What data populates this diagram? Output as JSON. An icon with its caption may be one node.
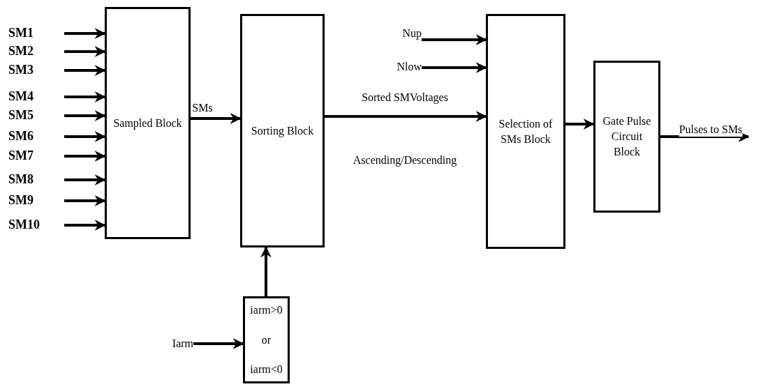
{
  "diagram": {
    "nodes": [
      {
        "text": [
          "Sampled Block"
        ]
      },
      {
        "text": [
          "Sorting Block"
        ]
      },
      {
        "text": [
          "Selection of SMs Block"
        ]
      },
      {
        "text": [
          "Gate Pulse Circuit Block"
        ]
      },
      {
        "text": [
          "iarm>0",
          "or",
          "iarm<0"
        ]
      },
      {
        "text": [
          "SM1"
        ]
      },
      {
        "text": [
          "SM2"
        ]
      },
      {
        "text": [
          "SM3"
        ]
      },
      {
        "text": [
          "SM4"
        ]
      },
      {
        "text": [
          "SM5"
        ]
      },
      {
        "text": [
          "SM6"
        ]
      },
      {
        "text": [
          "SM7"
        ]
      },
      {
        "text": [
          "SM8"
        ]
      },
      {
        "text": [
          "SM9"
        ]
      },
      {
        "text": [
          "SM10"
        ]
      },
      {
        "text": [
          "Nup"
        ]
      },
      {
        "text": [
          "Nlow"
        ]
      },
      {
        "text": [
          "Iarm"
        ]
      }
    ],
    "edges": [
      {
        "from": 5,
        "to": 0,
        "arrow": "to"
      },
      {
        "from": 6,
        "to": 0,
        "arrow": "to"
      },
      {
        "from": 7,
        "to": 0,
        "arrow": "to"
      },
      {
        "from": 8,
        "to": 0,
        "arrow": "to"
      },
      {
        "from": 9,
        "to": 0,
        "arrow": "to"
      },
      {
        "from": 10,
        "to": 0,
        "arrow": "to"
      },
      {
        "from": 11,
        "to": 0,
        "arrow": "to"
      },
      {
        "from": 12,
        "to": 0,
        "arrow": "to"
      },
      {
        "from": 13,
        "to": 0,
        "arrow": "to"
      },
      {
        "from": 14,
        "to": 0,
        "arrow": "to"
      },
      {
        "from": 0,
        "to": 1,
        "arrow": "to",
        "label": "SMs"
      },
      {
        "from": 1,
        "to": 2,
        "arrow": "to",
        "label": "Sorted SMVoltages"
      },
      {
        "from": 15,
        "to": 2,
        "arrow": "to"
      },
      {
        "from": 16,
        "to": 2,
        "arrow": "to"
      },
      {
        "from": 2,
        "to": 3,
        "arrow": "to"
      },
      {
        "from": 3,
        "to": null,
        "arrow": "to",
        "label": "Pulses to SMs"
      },
      {
        "from": 17,
        "to": 4,
        "arrow": "to"
      },
      {
        "from": 4,
        "to": 1,
        "arrow": "to"
      }
    ],
    "labels": [
      "Ascending/Descending"
    ]
  }
}
